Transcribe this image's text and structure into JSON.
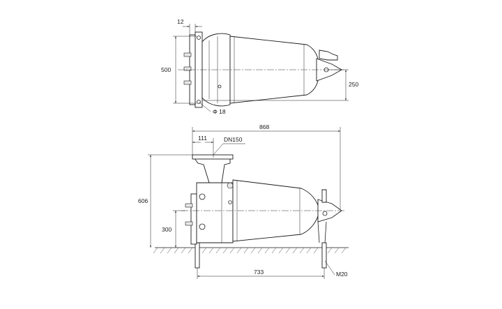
{
  "top_view": {
    "dim_flange_thickness": "12",
    "dim_height": "500",
    "dim_axis_height": "250",
    "dim_hole": "Φ 18"
  },
  "side_view": {
    "dim_total_length": "868",
    "dim_outlet_offset": "111",
    "dim_outlet_size": "DN150",
    "dim_total_height": "606",
    "dim_axis_height": "300",
    "dim_foot_span": "733",
    "dim_bolt": "M20"
  }
}
